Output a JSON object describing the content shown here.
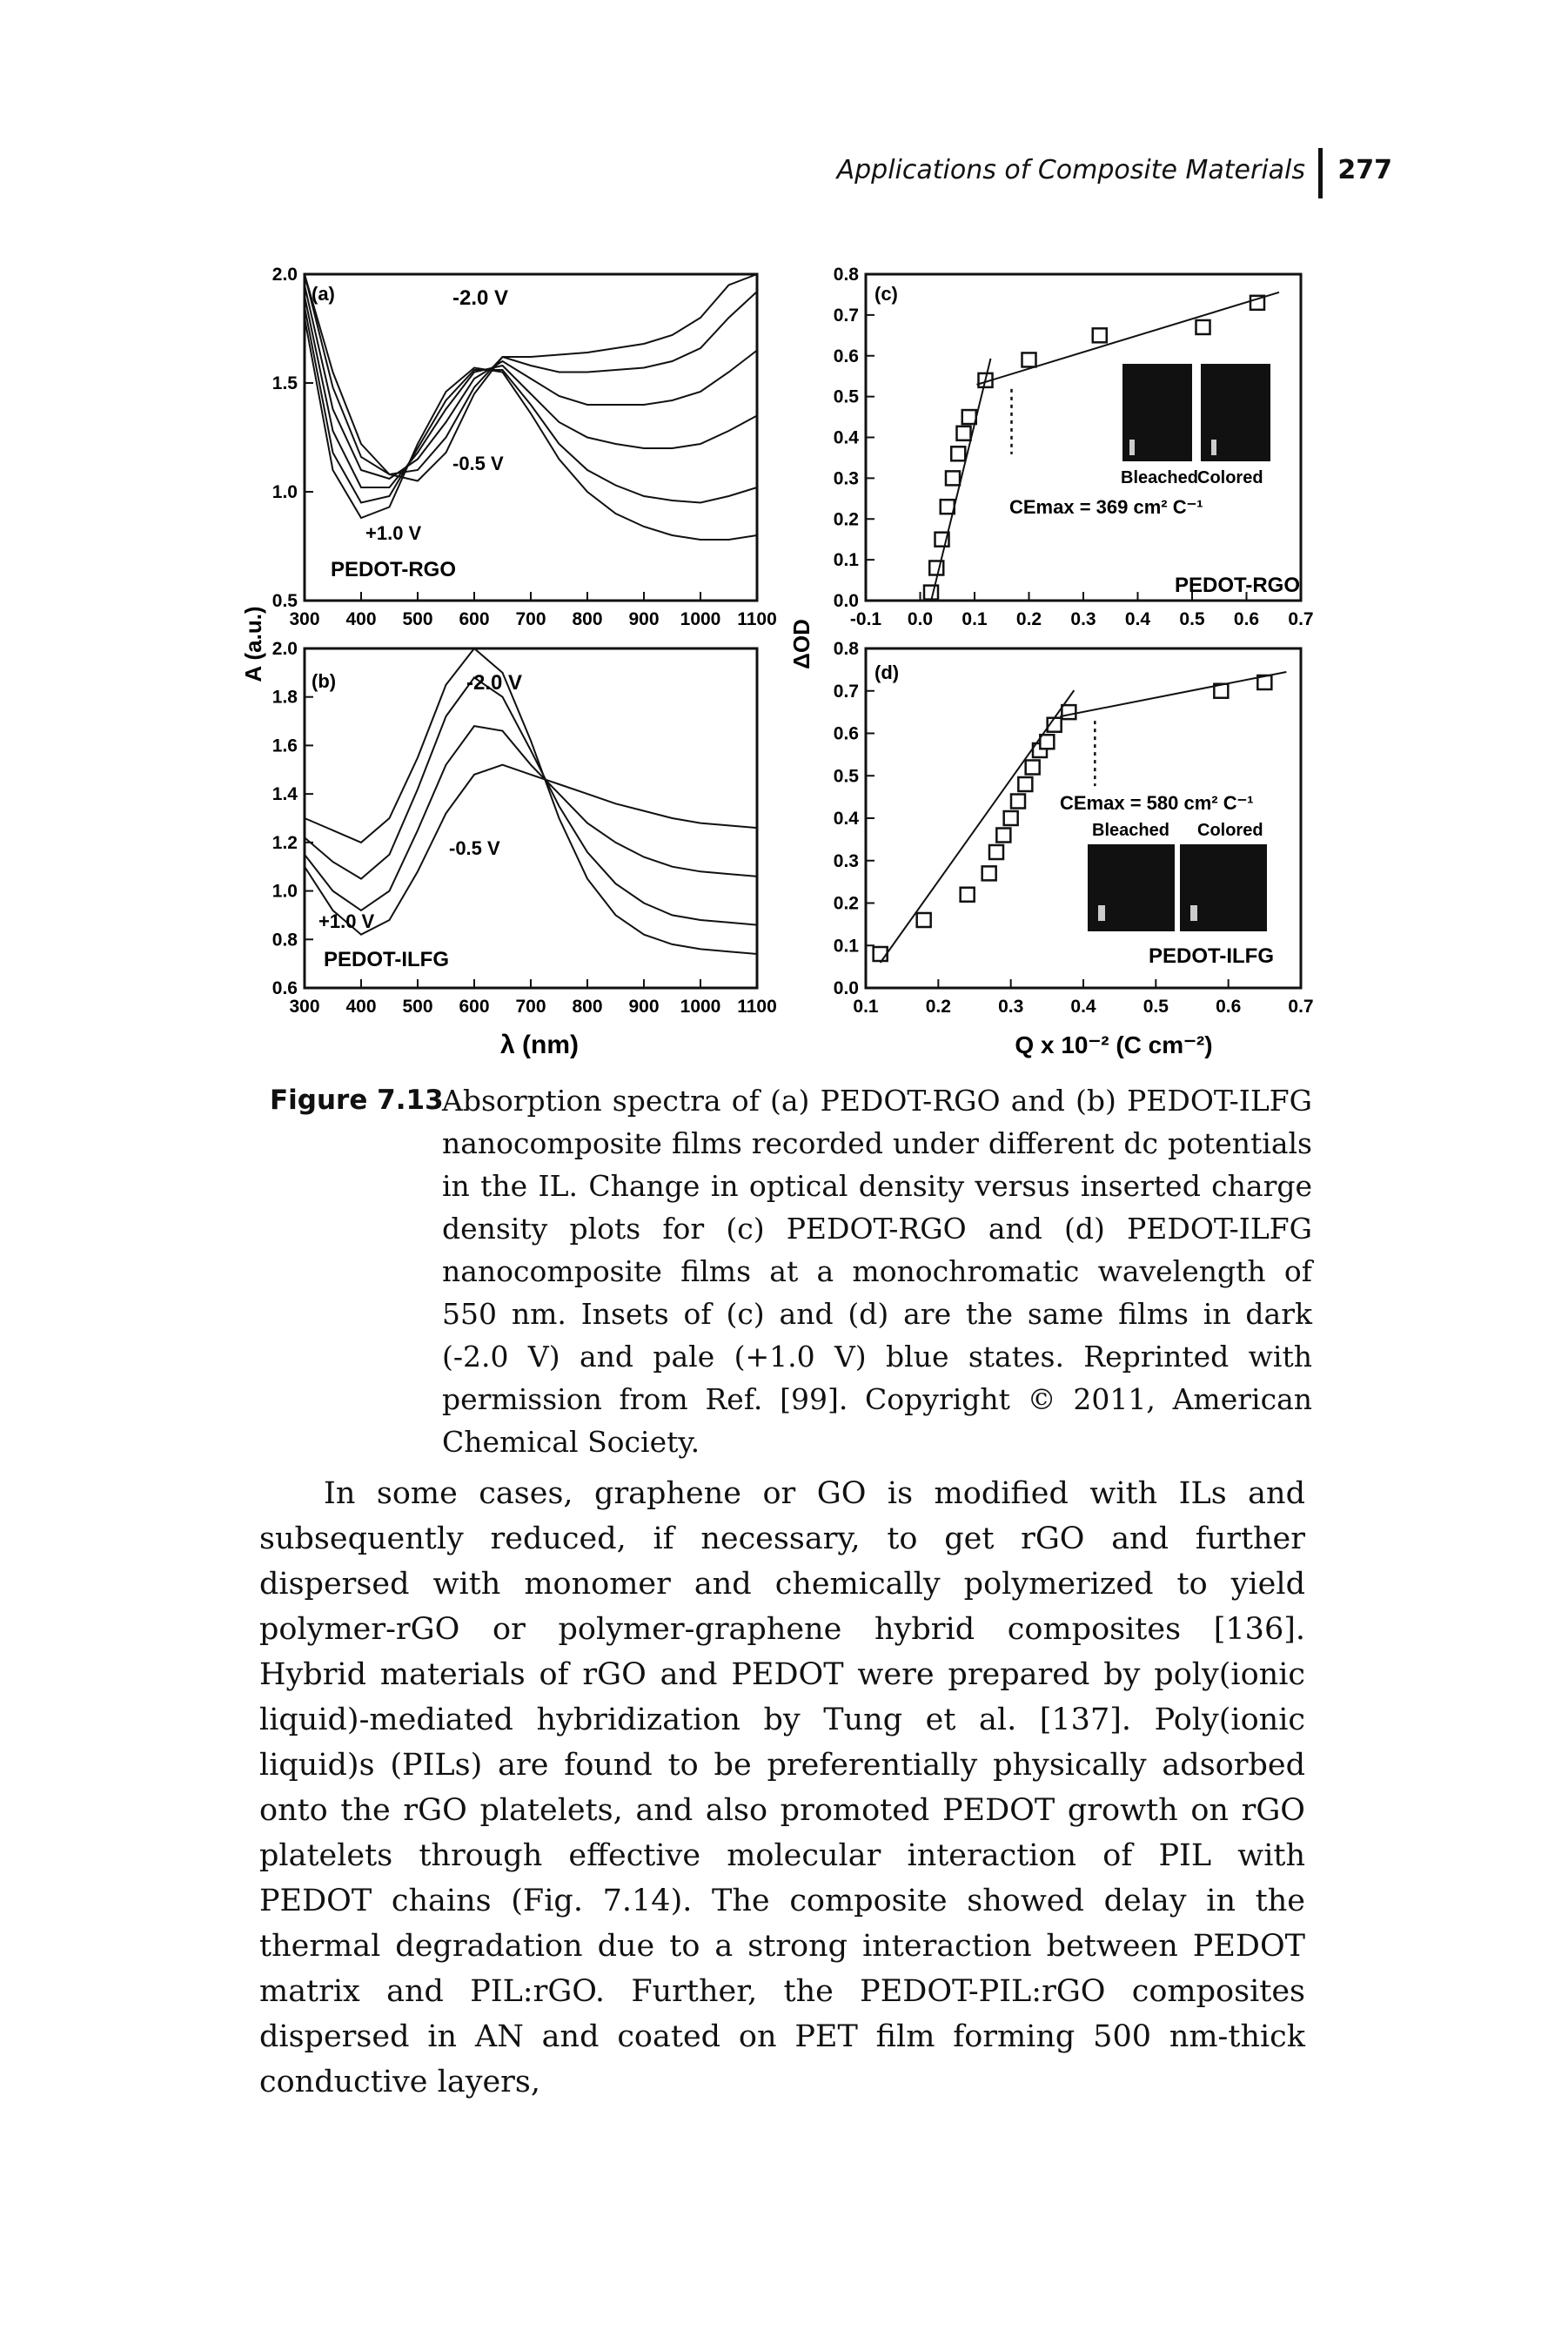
{
  "header": {
    "running_title": "Applications of Composite Materials",
    "page_number": "277"
  },
  "figure": {
    "y_axis_label_ab": "A (a.u.)",
    "y_axis_label_cd": "ΔOD",
    "x_axis_label_ab": "λ (nm)",
    "x_axis_label_cd": "Q x 10⁻² (C cm⁻²)",
    "panel_a": {
      "tag": "(a)",
      "label_top": "-2.0 V",
      "label_mid": "-0.5 V",
      "label_low": "+1.0 V",
      "material": "PEDOT-RGO"
    },
    "panel_b": {
      "tag": "(b)",
      "label_top": "-2.0 V",
      "label_mid": "-0.5 V",
      "label_low": "+1.0 V",
      "material": "PEDOT-ILFG"
    },
    "panel_c": {
      "tag": "(c)",
      "ce_text": "CEmax = 369 cm² C⁻¹",
      "inset_left": "Bleached",
      "inset_right": "Colored",
      "material": "PEDOT-RGO"
    },
    "panel_d": {
      "tag": "(d)",
      "ce_text": "CEmax = 580 cm² C⁻¹",
      "inset_left": "Bleached",
      "inset_right": "Colored",
      "material": "PEDOT-ILFG"
    }
  },
  "chart_data": [
    {
      "type": "line",
      "panel": "a",
      "xlabel": "λ (nm)",
      "ylabel": "A (a.u.)",
      "xlim": [
        300,
        1100
      ],
      "ylim": [
        0.5,
        2.0
      ],
      "x_ticks": [
        "300",
        "400",
        "500",
        "600",
        "700",
        "800",
        "900",
        "1000",
        "1100"
      ],
      "y_ticks": [
        "0.5",
        "1.0",
        "1.5",
        "2.0"
      ],
      "series": [
        {
          "x": [
            300,
            350,
            400,
            450,
            500,
            550,
            600,
            650,
            700,
            750,
            800,
            850,
            900,
            950,
            1000,
            1050,
            1100
          ],
          "values": [
            2.05,
            1.55,
            1.22,
            1.08,
            1.05,
            1.18,
            1.45,
            1.62,
            1.62,
            1.63,
            1.64,
            1.66,
            1.68,
            1.72,
            1.8,
            1.95,
            2.05
          ]
        },
        {
          "x": [
            300,
            350,
            400,
            450,
            500,
            550,
            600,
            650,
            700,
            750,
            800,
            850,
            900,
            950,
            1000,
            1050,
            1100
          ],
          "values": [
            2.0,
            1.48,
            1.16,
            1.08,
            1.1,
            1.25,
            1.48,
            1.62,
            1.58,
            1.55,
            1.55,
            1.56,
            1.57,
            1.6,
            1.66,
            1.8,
            1.92
          ]
        },
        {
          "x": [
            300,
            350,
            400,
            450,
            500,
            550,
            600,
            650,
            700,
            750,
            800,
            850,
            900,
            950,
            1000,
            1050,
            1100
          ],
          "values": [
            1.95,
            1.38,
            1.1,
            1.06,
            1.15,
            1.32,
            1.52,
            1.6,
            1.52,
            1.44,
            1.4,
            1.4,
            1.4,
            1.42,
            1.46,
            1.55,
            1.65
          ]
        },
        {
          "x": [
            300,
            350,
            400,
            450,
            500,
            550,
            600,
            650,
            700,
            750,
            800,
            850,
            900,
            950,
            1000,
            1050,
            1100
          ],
          "values": [
            1.9,
            1.28,
            1.02,
            1.02,
            1.18,
            1.38,
            1.55,
            1.58,
            1.45,
            1.32,
            1.25,
            1.22,
            1.2,
            1.2,
            1.22,
            1.28,
            1.35
          ]
        },
        {
          "x": [
            300,
            350,
            400,
            450,
            500,
            550,
            600,
            650,
            700,
            750,
            800,
            850,
            900,
            950,
            1000,
            1050,
            1100
          ],
          "values": [
            1.85,
            1.18,
            0.95,
            0.98,
            1.2,
            1.42,
            1.56,
            1.56,
            1.4,
            1.22,
            1.1,
            1.03,
            0.98,
            0.96,
            0.95,
            0.98,
            1.02
          ]
        },
        {
          "x": [
            300,
            350,
            400,
            450,
            500,
            550,
            600,
            650,
            700,
            750,
            800,
            850,
            900,
            950,
            1000,
            1050,
            1100
          ],
          "values": [
            1.8,
            1.1,
            0.88,
            0.93,
            1.22,
            1.46,
            1.57,
            1.55,
            1.36,
            1.15,
            1.0,
            0.9,
            0.84,
            0.8,
            0.78,
            0.78,
            0.8
          ]
        }
      ]
    },
    {
      "type": "line",
      "panel": "b",
      "xlabel": "λ (nm)",
      "ylabel": "A (a.u.)",
      "xlim": [
        300,
        1100
      ],
      "ylim": [
        0.6,
        2.0
      ],
      "x_ticks": [
        "300",
        "400",
        "500",
        "600",
        "700",
        "800",
        "900",
        "1000",
        "1100"
      ],
      "y_ticks": [
        "0.6",
        "0.8",
        "1.0",
        "1.2",
        "1.4",
        "1.6",
        "1.8",
        "2.0"
      ],
      "series": [
        {
          "x": [
            300,
            350,
            400,
            450,
            500,
            550,
            600,
            650,
            700,
            750,
            800,
            850,
            900,
            950,
            1000,
            1050,
            1100
          ],
          "values": [
            1.3,
            1.25,
            1.2,
            1.3,
            1.55,
            1.85,
            2.02,
            1.9,
            1.62,
            1.3,
            1.05,
            0.9,
            0.82,
            0.78,
            0.76,
            0.75,
            0.74
          ]
        },
        {
          "x": [
            300,
            350,
            400,
            450,
            500,
            550,
            600,
            650,
            700,
            750,
            800,
            850,
            900,
            950,
            1000,
            1050,
            1100
          ],
          "values": [
            1.22,
            1.12,
            1.05,
            1.15,
            1.42,
            1.72,
            1.88,
            1.8,
            1.58,
            1.35,
            1.16,
            1.03,
            0.95,
            0.9,
            0.88,
            0.87,
            0.86
          ]
        },
        {
          "x": [
            300,
            350,
            400,
            450,
            500,
            550,
            600,
            650,
            700,
            750,
            800,
            850,
            900,
            950,
            1000,
            1050,
            1100
          ],
          "values": [
            1.15,
            1.0,
            0.92,
            1.0,
            1.25,
            1.52,
            1.68,
            1.66,
            1.52,
            1.4,
            1.28,
            1.2,
            1.14,
            1.1,
            1.08,
            1.07,
            1.06
          ]
        },
        {
          "x": [
            300,
            350,
            400,
            450,
            500,
            550,
            600,
            650,
            700,
            750,
            800,
            850,
            900,
            950,
            1000,
            1050,
            1100
          ],
          "values": [
            1.1,
            0.92,
            0.82,
            0.88,
            1.08,
            1.32,
            1.48,
            1.52,
            1.48,
            1.44,
            1.4,
            1.36,
            1.33,
            1.3,
            1.28,
            1.27,
            1.26
          ]
        }
      ]
    },
    {
      "type": "scatter",
      "panel": "c",
      "xlabel": "",
      "ylabel": "ΔOD",
      "xlim": [
        -0.1,
        0.7
      ],
      "ylim": [
        0.0,
        0.8
      ],
      "x_ticks": [
        "-0.1",
        "0.0",
        "0.1",
        "0.2",
        "0.3",
        "0.4",
        "0.5",
        "0.6",
        "0.7"
      ],
      "y_ticks": [
        "0.0",
        "0.1",
        "0.2",
        "0.3",
        "0.4",
        "0.5",
        "0.6",
        "0.7",
        "0.8"
      ],
      "x": [
        0.02,
        0.03,
        0.04,
        0.05,
        0.06,
        0.07,
        0.08,
        0.09,
        0.12,
        0.2,
        0.33,
        0.52,
        0.62
      ],
      "values": [
        0.02,
        0.08,
        0.15,
        0.23,
        0.3,
        0.36,
        0.41,
        0.45,
        0.54,
        0.59,
        0.65,
        0.67,
        0.73
      ]
    },
    {
      "type": "scatter",
      "panel": "d",
      "xlabel": "Q x 10⁻² (C cm⁻²)",
      "ylabel": "ΔOD",
      "xlim": [
        0.1,
        0.7
      ],
      "ylim": [
        0.0,
        0.8
      ],
      "x_ticks": [
        "0.1",
        "0.2",
        "0.3",
        "0.4",
        "0.5",
        "0.6",
        "0.7"
      ],
      "y_ticks": [
        "0.0",
        "0.1",
        "0.2",
        "0.3",
        "0.4",
        "0.5",
        "0.6",
        "0.7",
        "0.8"
      ],
      "x": [
        0.12,
        0.18,
        0.24,
        0.27,
        0.28,
        0.29,
        0.3,
        0.31,
        0.32,
        0.33,
        0.34,
        0.35,
        0.36,
        0.38,
        0.59,
        0.65
      ],
      "values": [
        0.08,
        0.16,
        0.22,
        0.27,
        0.32,
        0.36,
        0.4,
        0.44,
        0.48,
        0.52,
        0.56,
        0.58,
        0.62,
        0.65,
        0.7,
        0.72
      ]
    }
  ],
  "caption": {
    "label": "Figure 7.13",
    "text": "Absorption spectra of (a) PEDOT-RGO and (b) PEDOT-ILFG nanocomposite films recorded under different dc potentials in the IL. Change in optical density versus inserted charge density plots for (c) PEDOT-RGO and (d) PEDOT-ILFG nanocomposite films at a monochromatic wavelength of 550 nm. Insets of (c) and (d) are the same films in dark (-2.0 V) and pale (+1.0 V) blue states. Reprinted with permission from Ref. [99]. Copyright © 2011, American Chemical Society."
  },
  "body": {
    "paragraph": "In some cases, graphene or GO is modified with ILs and subsequently reduced, if necessary, to get rGO and further dispersed with monomer and chemically polymerized to yield polymer-rGO or polymer-graphene hybrid composites [136]. Hybrid materials of rGO and PEDOT were prepared by poly(ionic liquid)-mediated hybridization by Tung et al. [137]. Poly(ionic liquid)s (PILs) are found to be preferentially physically adsorbed onto the rGO platelets, and also promoted PEDOT growth on rGO platelets through effective molecular interaction of PIL with PEDOT chains (Fig. 7.14). The composite showed delay in the thermal degradation due to a strong interaction between PEDOT matrix and PIL:rGO. Further, the PEDOT-PIL:rGO composites dispersed in AN and coated on PET film forming 500 nm-thick conductive layers,"
  }
}
